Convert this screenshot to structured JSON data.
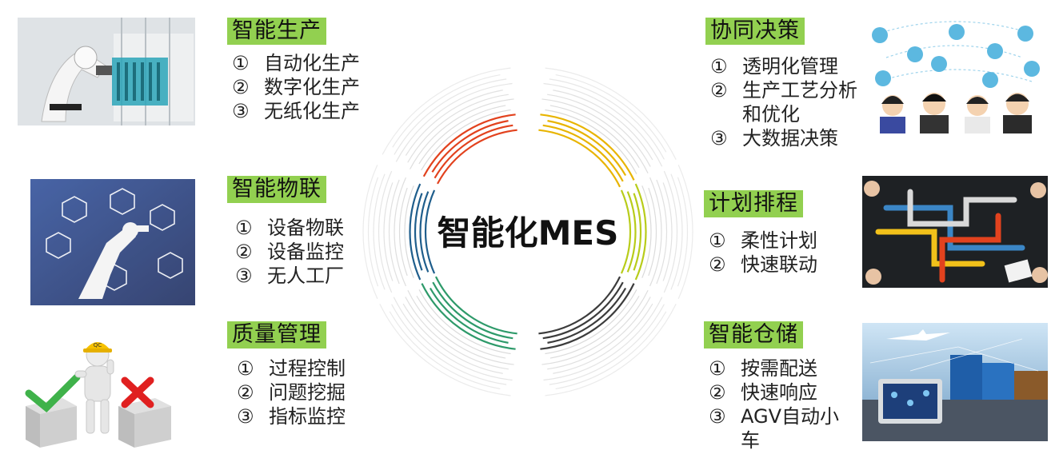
{
  "center": {
    "title": "智能化MES"
  },
  "modules": {
    "production": {
      "title": "智能生产",
      "items": [
        {
          "num": "①",
          "text": "自动化生产"
        },
        {
          "num": "②",
          "text": "数字化生产"
        },
        {
          "num": "③",
          "text": "无纸化生产"
        }
      ]
    },
    "iot": {
      "title": "智能物联",
      "items": [
        {
          "num": "①",
          "text": "设备物联"
        },
        {
          "num": "②",
          "text": "设备监控"
        },
        {
          "num": "③",
          "text": "无人工厂"
        }
      ]
    },
    "quality": {
      "title": "质量管理",
      "items": [
        {
          "num": "①",
          "text": "过程控制"
        },
        {
          "num": "②",
          "text": "问题挖掘"
        },
        {
          "num": "③",
          "text": "指标监控"
        }
      ]
    },
    "decision": {
      "title": "协同决策",
      "items": [
        {
          "num": "①",
          "text": "透明化管理"
        },
        {
          "num": "②",
          "text": "生产工艺分析和优化"
        },
        {
          "num": "③",
          "text": "大数据决策"
        }
      ]
    },
    "schedule": {
      "title": "计划排程",
      "items": [
        {
          "num": "①",
          "text": "柔性计划"
        },
        {
          "num": "②",
          "text": "快速联动"
        }
      ]
    },
    "storage": {
      "title": "智能仓储",
      "items": [
        {
          "num": "①",
          "text": "按需配送"
        },
        {
          "num": "②",
          "text": "快速响应"
        },
        {
          "num": "③",
          "text": "AGV自动小车"
        }
      ]
    }
  },
  "qc_helmet_text": "QC",
  "colors": {
    "title_bg": "#92d050",
    "arc_red": "#e2421e",
    "arc_yellow": "#e8b400",
    "arc_lime": "#b8cc1a",
    "arc_dark": "#3c3c3c",
    "arc_green": "#2e9a6a",
    "arc_blue": "#1f5e8c"
  }
}
